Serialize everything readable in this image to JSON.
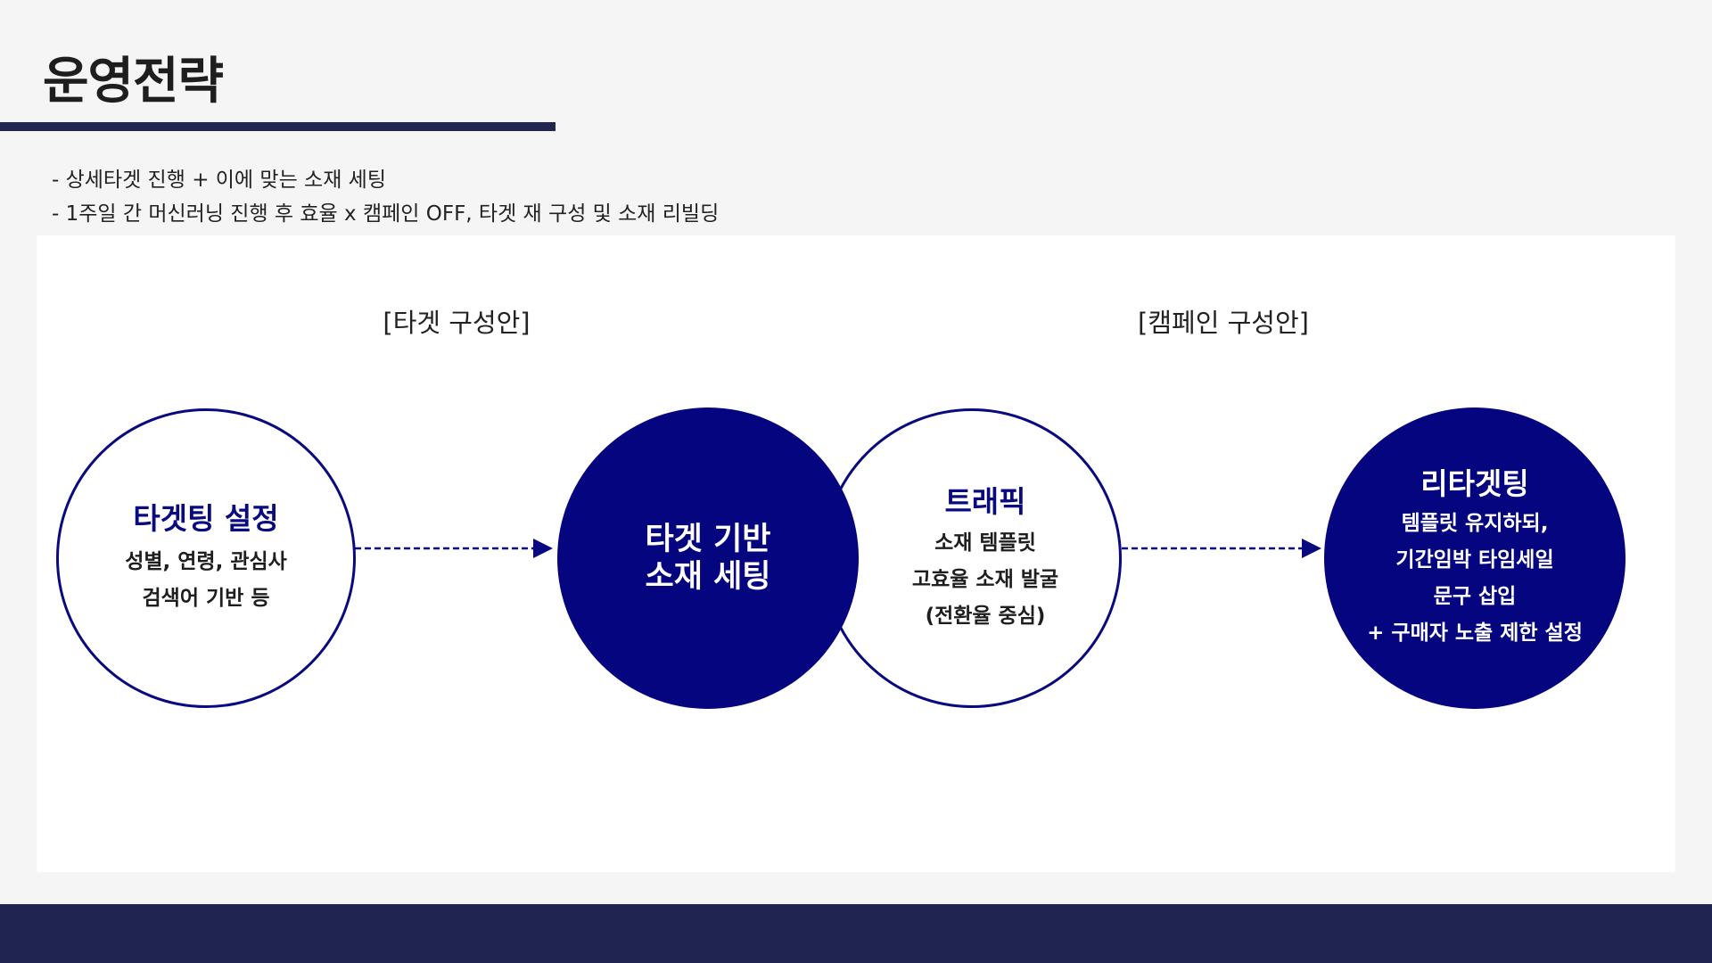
{
  "title": "운영전략",
  "bullets": [
    "- 상세타겟 진행 + 이에 맞는 소재 세팅",
    "- 1주일 간 머신러닝 진행 후 효율 x 캠페인 OFF, 타겟 재 구성 및 소재 리빌딩"
  ],
  "groups": {
    "target": "[타겟 구성안]",
    "campaign": "[캠페인 구성안]"
  },
  "circles": {
    "targeting": {
      "heading": "타겟팅 설정",
      "lines": [
        "성별, 연령, 관심사",
        "검색어 기반 등"
      ]
    },
    "creative": {
      "lines": [
        "타겟 기반",
        "소재 세팅"
      ]
    },
    "traffic": {
      "heading": "트래픽",
      "lines": [
        "소재 템플릿",
        "고효율 소재 발굴",
        "(전환율 중심)"
      ]
    },
    "retargeting": {
      "heading": "리타겟팅",
      "lines": [
        "템플릿 유지하되,",
        "기간임박 타임세일",
        "문구 삽입",
        "+ 구매자 노출 제한 설정"
      ]
    }
  },
  "colors": {
    "navy": "#050580",
    "dark_bar": "#1f2550"
  }
}
